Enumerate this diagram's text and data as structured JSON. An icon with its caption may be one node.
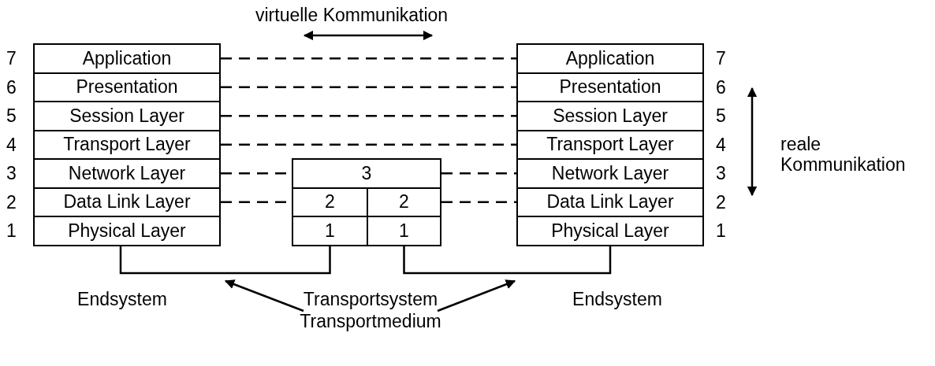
{
  "diagram": {
    "nodes": [
      {
        "text": [
          "Application"
        ],
        "beside": [
          "7"
        ]
      },
      {
        "text": [
          "Presentation"
        ],
        "beside": [
          "6"
        ]
      },
      {
        "text": [
          "Session Layer"
        ],
        "beside": [
          "5"
        ]
      },
      {
        "text": [
          "Transport Layer"
        ],
        "beside": [
          "4"
        ]
      },
      {
        "text": [
          "Network Layer"
        ],
        "beside": [
          "3"
        ]
      },
      {
        "text": [
          "Data Link Layer"
        ],
        "beside": [
          "2"
        ]
      },
      {
        "text": [
          "Physical Layer"
        ],
        "beside": [
          "1"
        ]
      },
      {
        "text": [
          "3"
        ]
      },
      {
        "text": [
          "2"
        ]
      },
      {
        "text": [
          "2"
        ]
      },
      {
        "text": [
          "1"
        ]
      },
      {
        "text": [
          "1"
        ]
      },
      {
        "text": [
          "Application"
        ],
        "beside": [
          "7"
        ]
      },
      {
        "text": [
          "Presentation"
        ],
        "beside": [
          "6"
        ]
      },
      {
        "text": [
          "Session Layer"
        ],
        "beside": [
          "5"
        ]
      },
      {
        "text": [
          "Transport Layer"
        ],
        "beside": [
          "4"
        ]
      },
      {
        "text": [
          "Network Layer"
        ],
        "beside": [
          "3"
        ]
      },
      {
        "text": [
          "Data Link Layer"
        ],
        "beside": [
          "2"
        ]
      },
      {
        "text": [
          "Physical Layer"
        ],
        "beside": [
          "1"
        ]
      },
      {
        "text": [
          "Transportmedium"
        ]
      }
    ],
    "edges": [
      {
        "from": 0,
        "to": 12,
        "arrow": "none",
        "style": "dashed"
      },
      {
        "from": 1,
        "to": 13,
        "arrow": "none",
        "style": "dashed"
      },
      {
        "from": 2,
        "to": 14,
        "arrow": "none",
        "style": "dashed"
      },
      {
        "from": 3,
        "to": 15,
        "arrow": "none",
        "style": "dashed"
      },
      {
        "from": 4,
        "to": 7,
        "arrow": "none",
        "style": "dashed"
      },
      {
        "from": 7,
        "to": 16,
        "arrow": "none",
        "style": "dashed"
      },
      {
        "from": 5,
        "to": 8,
        "arrow": "none",
        "style": "dashed"
      },
      {
        "from": 9,
        "to": 17,
        "arrow": "none",
        "style": "dashed"
      },
      {
        "from": 6,
        "to": 10,
        "arrow": "none"
      },
      {
        "from": 11,
        "to": 18,
        "arrow": "none"
      },
      {
        "from": 19,
        "to": null,
        "arrow": "to"
      },
      {
        "from": 19,
        "to": null,
        "arrow": "to"
      }
    ],
    "labels": [
      "virtuelle Kommunikation",
      "reale Kommunikation",
      "Endsystem",
      "Transportsystem",
      "Endsystem"
    ]
  }
}
